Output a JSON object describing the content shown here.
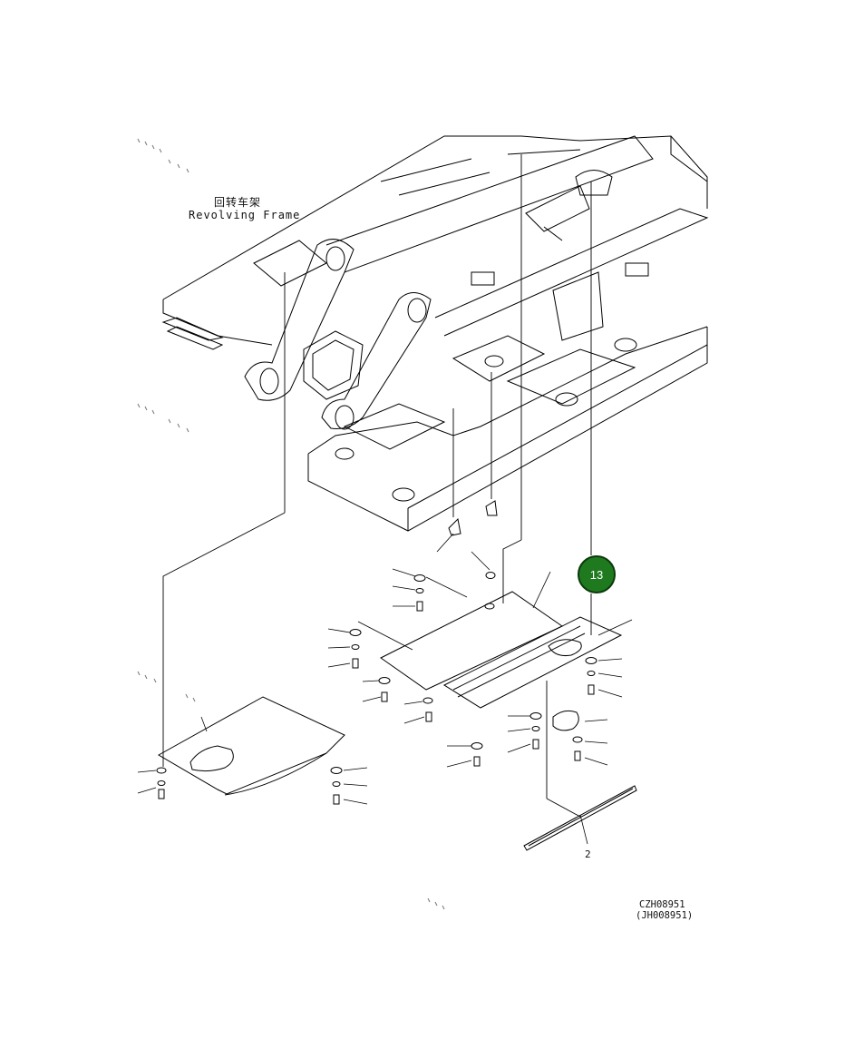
{
  "labels": {
    "frame_cn": "回转车架",
    "frame_en": "Revolving Frame",
    "part_2": "2",
    "drawing_code": "CZH08951",
    "drawing_code_alt": "(JH008951)"
  },
  "callouts": [
    {
      "number": "13",
      "color": "#1f7a1f"
    }
  ]
}
